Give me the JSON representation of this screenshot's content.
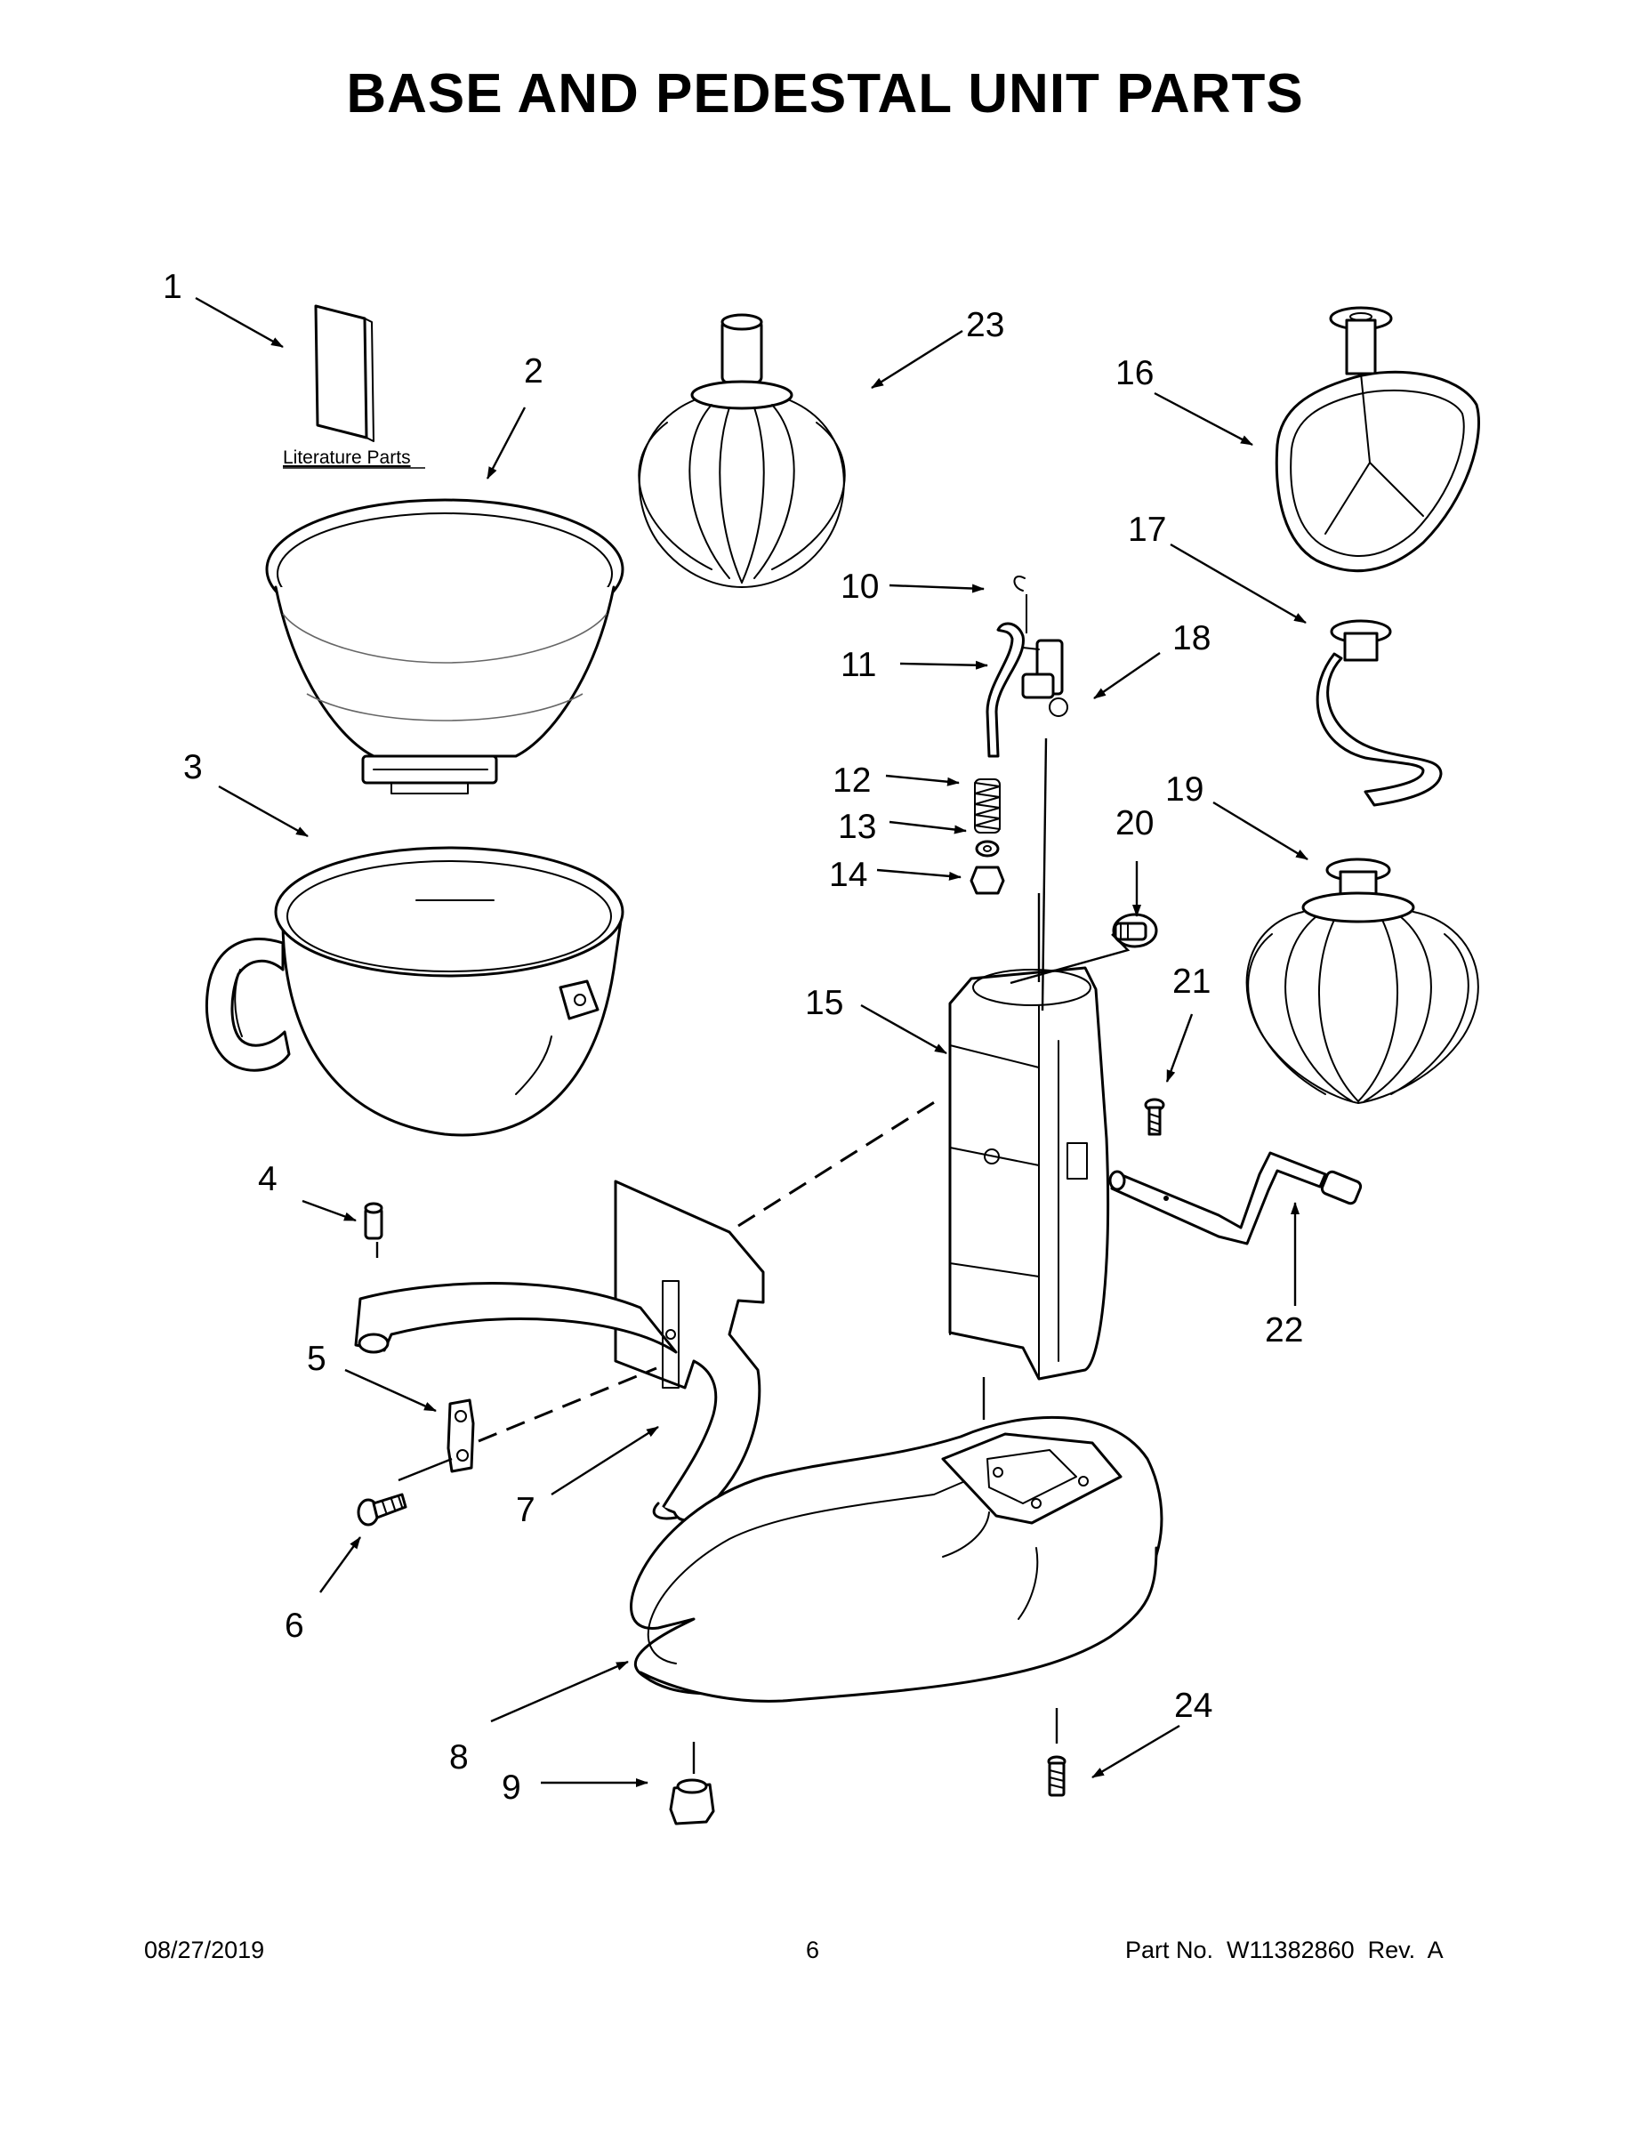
{
  "page": {
    "title": "BASE AND PEDESTAL UNIT PARTS"
  },
  "literature_label": "Literature Parts",
  "callouts": {
    "c1": "1",
    "c2": "2",
    "c3": "3",
    "c4": "4",
    "c5": "5",
    "c6": "6",
    "c7": "7",
    "c8": "8",
    "c9": "9",
    "c10": "10",
    "c11": "11",
    "c12": "12",
    "c13": "13",
    "c14": "14",
    "c15": "15",
    "c16": "16",
    "c17": "17",
    "c18": "18",
    "c19": "19",
    "c20": "20",
    "c21": "21",
    "c22": "22",
    "c23": "23",
    "c24": "24"
  },
  "footer": {
    "date": "08/27/2019",
    "page_number": "6",
    "part_no": "Part No.  W11382860  Rev.  A"
  }
}
